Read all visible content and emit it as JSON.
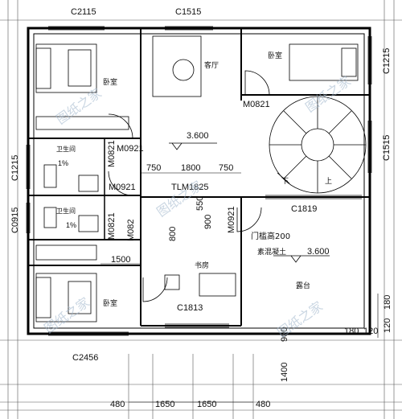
{
  "windows": {
    "top_left": "C2115",
    "top_mid": "C1515",
    "right_top": "C1215",
    "right_mid": "C1515",
    "left_mid": "C1215",
    "left_low": "C0915",
    "mid_right": "C1819",
    "study": "C1813",
    "bottom": "C2456"
  },
  "doors": {
    "bed_tr": "M0821",
    "left_upper": "M0921",
    "bath1": "M0821",
    "left_lower": "M0921",
    "bath2": "M0821",
    "study_a": "M082",
    "study_b": "M0921",
    "stair_door": "TLM1825"
  },
  "rooms": {
    "bed1": "卧室",
    "bed2": "卧室",
    "bed3": "卧室",
    "living": "客厅",
    "bath1": "卫生间",
    "bath2": "卫生间",
    "study": "书房",
    "terrace": "露台"
  },
  "labels": {
    "elev_hall": "3.600",
    "elev_terrace": "3.600",
    "sill": "门槛高200",
    "concrete": "素混凝土",
    "stair_down": "下",
    "stair_up": "上",
    "slope1": "1%",
    "slope2": "1%"
  },
  "dims": {
    "d750a": "750",
    "d1800": "1800",
    "d750b": "750",
    "d1500": "1500",
    "d800": "800",
    "d900": "900",
    "d550": "550",
    "d1400": "1400",
    "d900b": "900",
    "d180a": "180",
    "d120a": "120",
    "d180b": "180",
    "d120b": "120",
    "b480a": "480",
    "b1650a": "1650",
    "b1650b": "1650",
    "b480b": "480"
  },
  "watermark": "图纸之家"
}
